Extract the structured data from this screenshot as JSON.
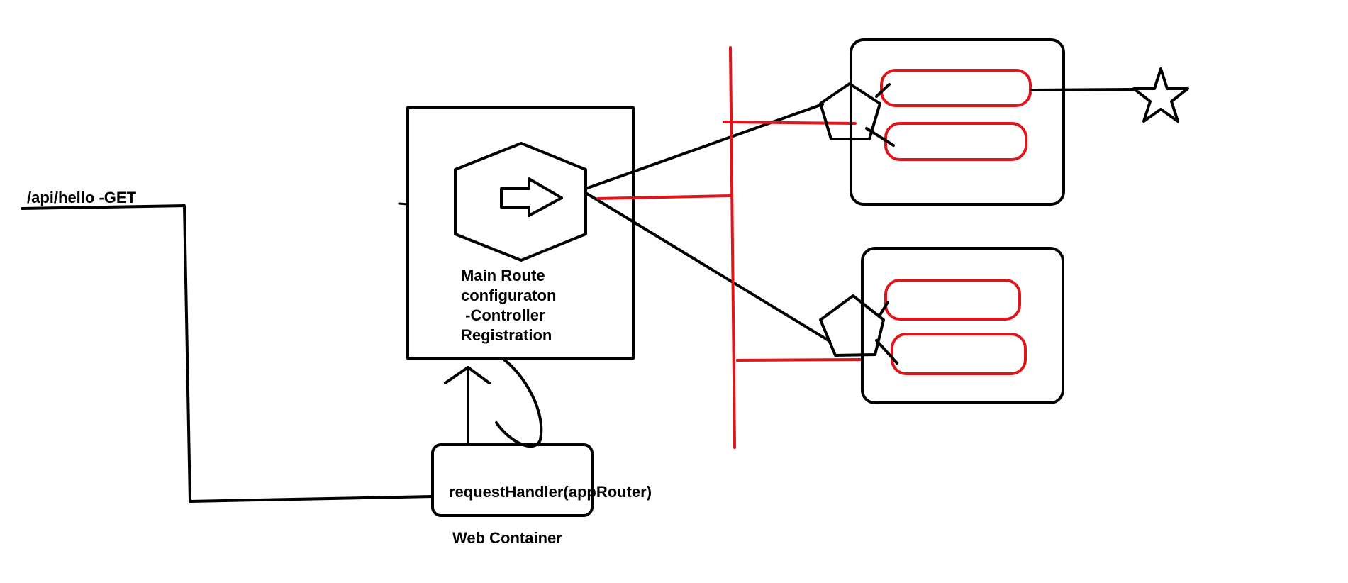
{
  "labels": {
    "route": "/api/hello -GET",
    "main_route": [
      "Main Route",
      "configuraton",
      " -Controller",
      "Registration"
    ],
    "request_handler": "requestHandler(appRouter)",
    "web_container": "Web Container"
  },
  "icons": {
    "main_router": "hexagon-arrow-icon",
    "controller_1": "pentagon-icon",
    "controller_2": "pentagon-icon",
    "endpoint": "star-icon"
  },
  "colors": {
    "ink": "#000000",
    "accent": "#e0141b"
  }
}
